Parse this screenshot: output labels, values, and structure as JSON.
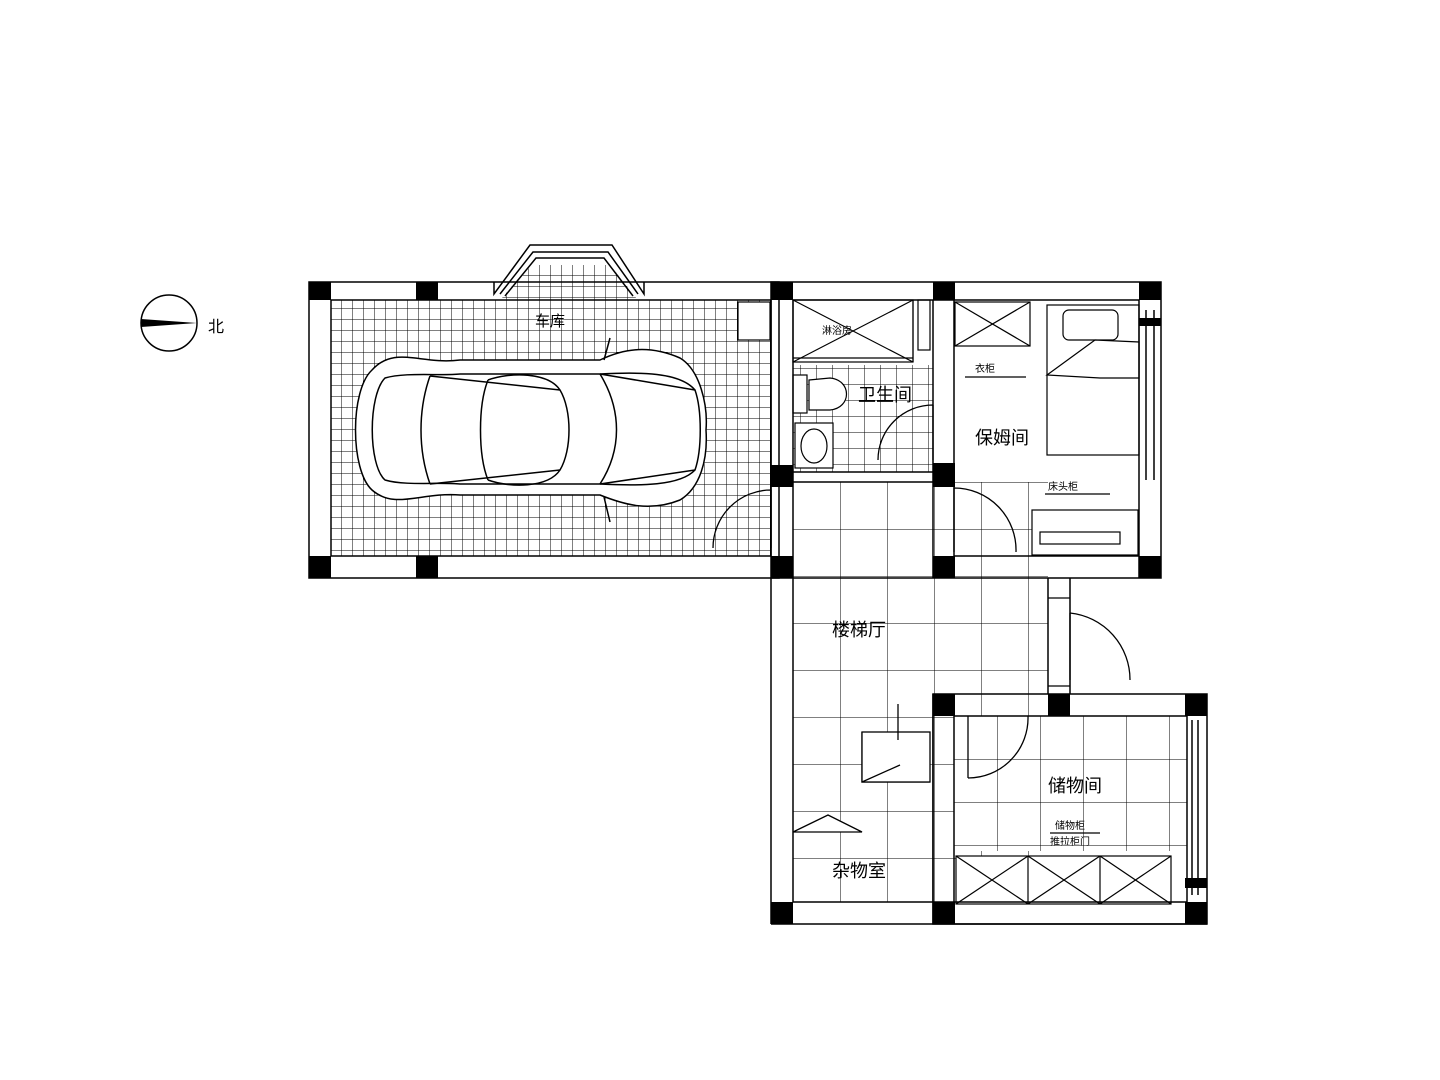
{
  "compass": {
    "north_label": "北"
  },
  "rooms": {
    "garage": "车库",
    "bathroom": "卫生间",
    "nanny_room": "保姆间",
    "stair_hall": "楼梯厅",
    "storage_room": "储物间",
    "utility_room": "杂物室"
  },
  "annotations": {
    "shower": "淋浴房",
    "wardrobe": "衣柜",
    "bedside_cabinet": "床头柜",
    "storage_cabinet_line1": "储物柜",
    "storage_cabinet_line2": "推拉柜门"
  },
  "colors": {
    "line": "#000000",
    "background": "#ffffff"
  }
}
